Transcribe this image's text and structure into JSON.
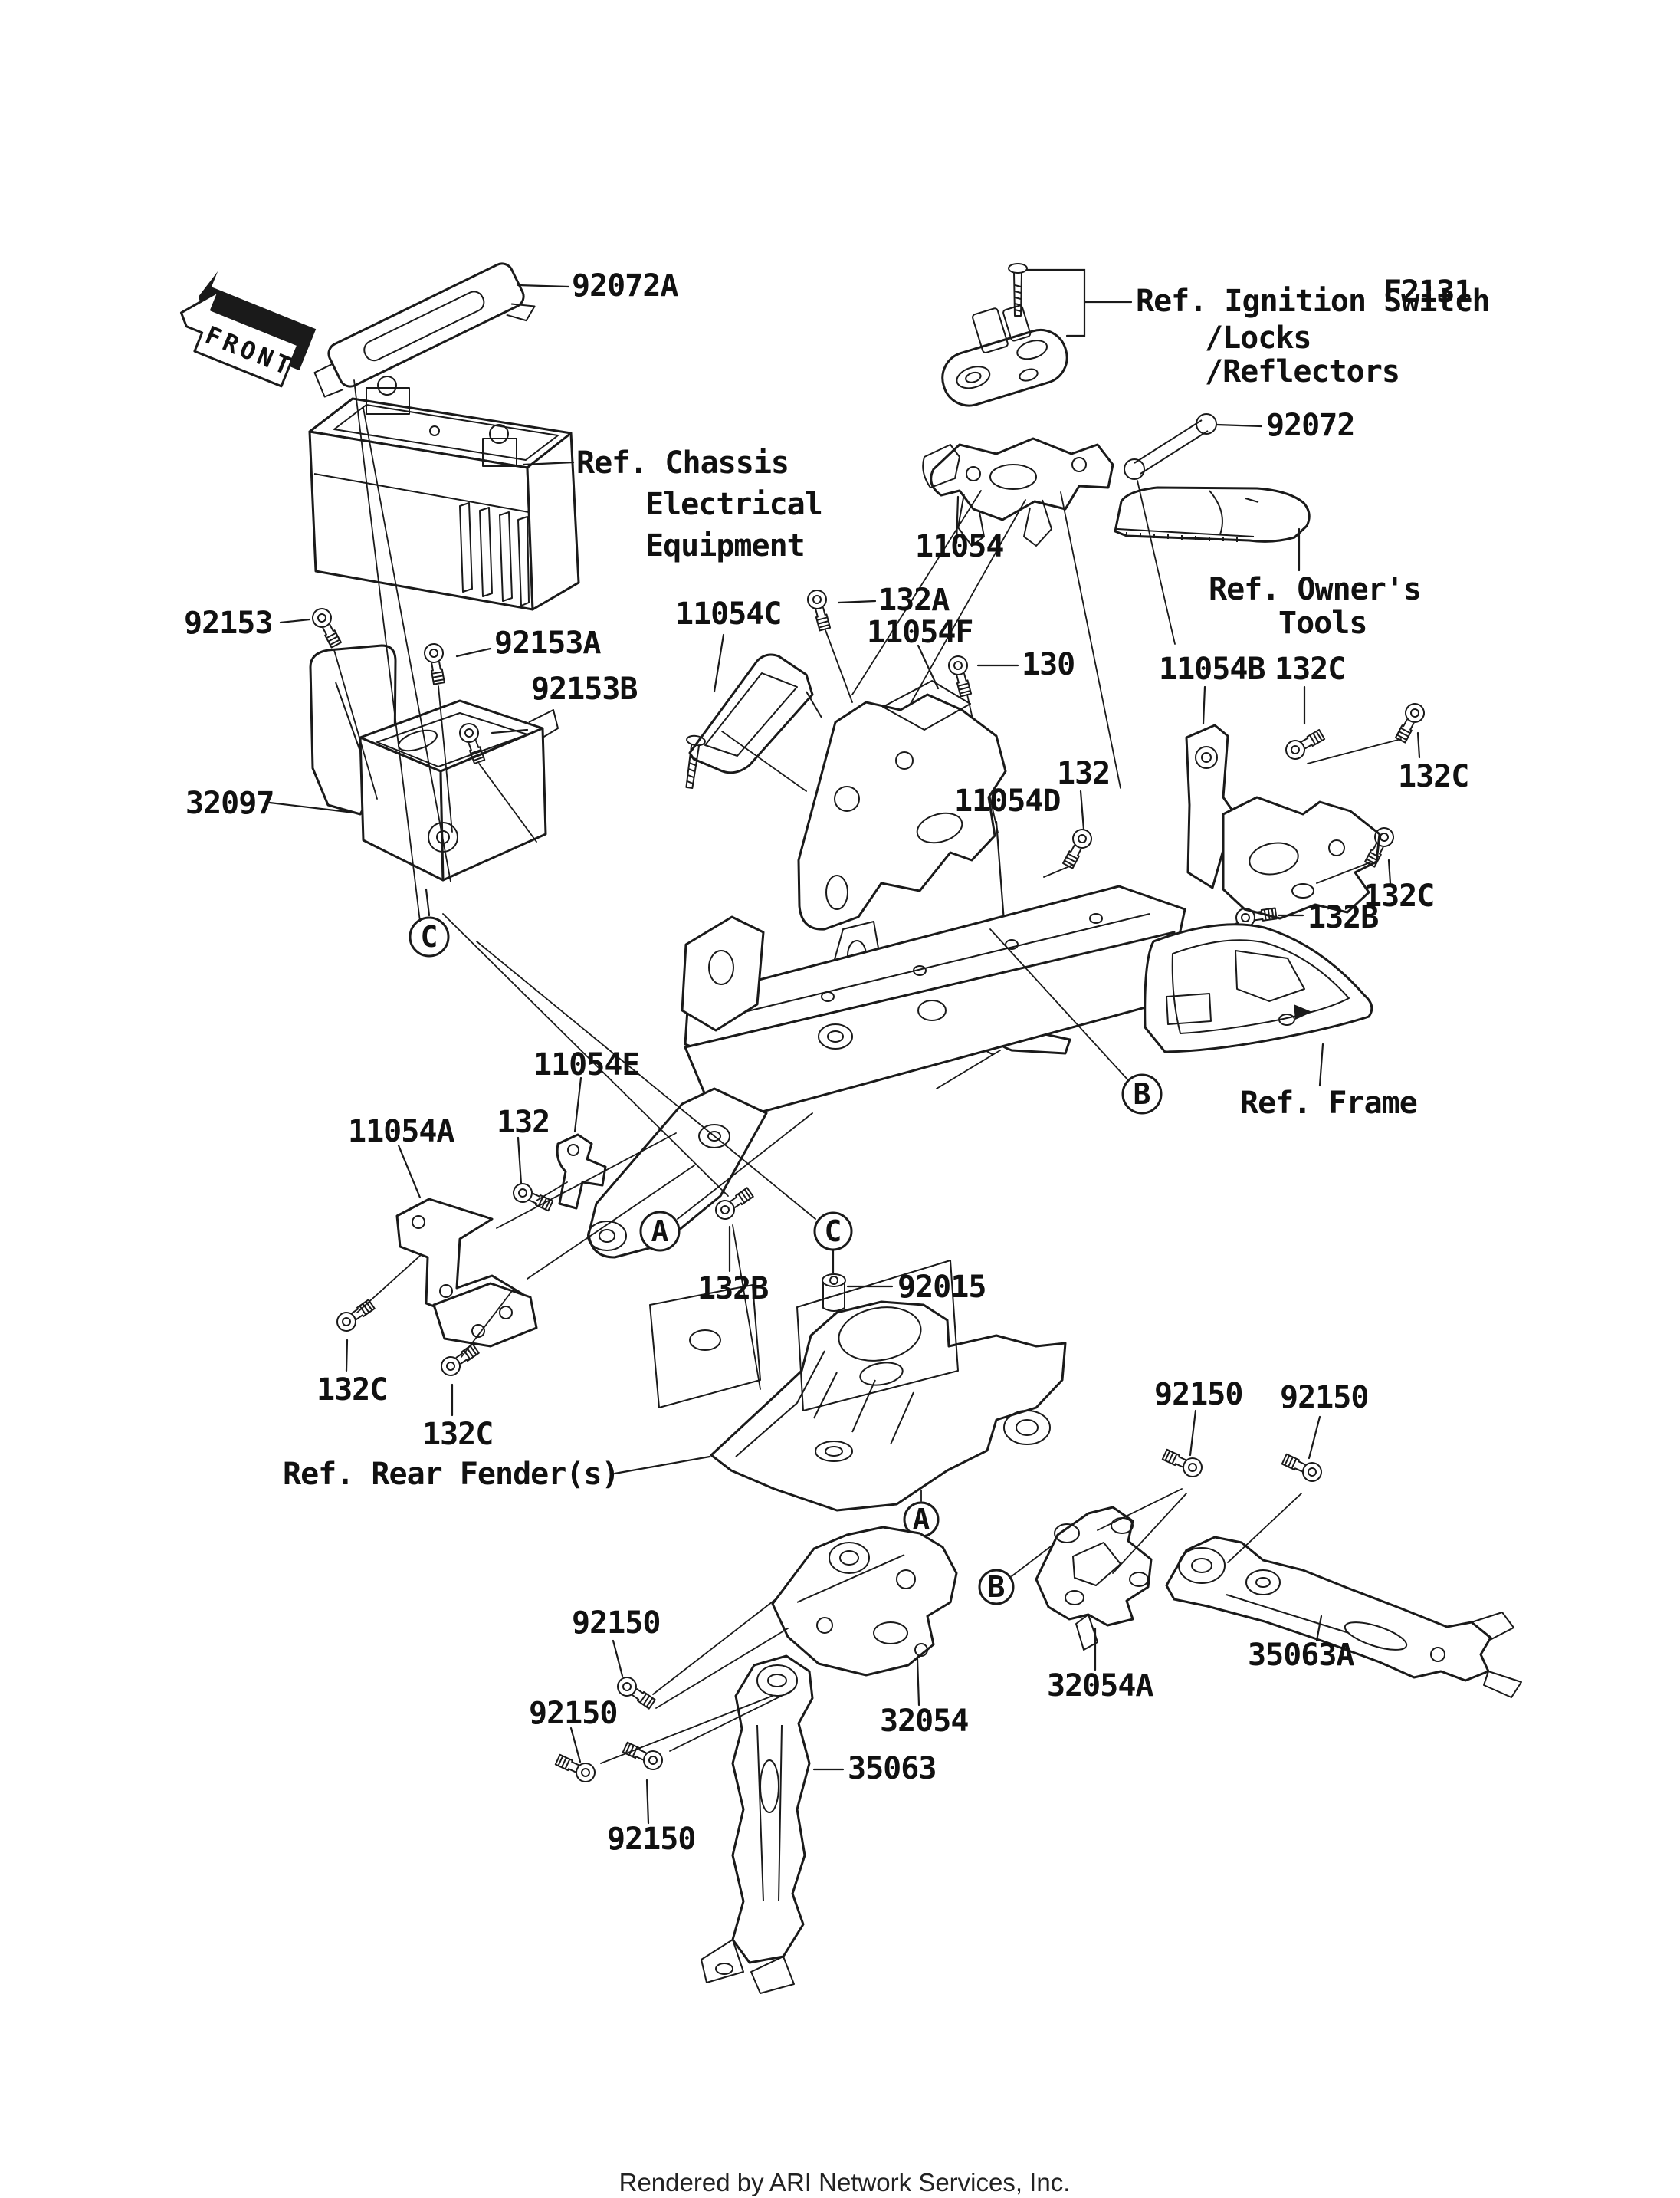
{
  "diagram": {
    "code": "F2131",
    "front_arrow": "FRONT",
    "footer": "Rendered by ARI Network Services, Inc.",
    "background": "#ffffff",
    "line_color": "#1a1a1a"
  },
  "markers": {
    "a": "A",
    "b": "B",
    "c": "C"
  },
  "refs": {
    "ignition_1": "Ref. Ignition Switch",
    "ignition_2": "/Locks",
    "ignition_3": "/Reflectors",
    "chassis_1": "Ref. Chassis",
    "chassis_2": "Electrical",
    "chassis_3": "Equipment",
    "owners_1": "Ref. Owner's",
    "owners_2": "Tools",
    "frame": "Ref. Frame",
    "rear_fender": "Ref. Rear Fender(s)"
  },
  "labels": {
    "92072a": "92072A",
    "92072": "92072",
    "11054": "11054",
    "11054a": "11054A",
    "11054b": "11054B",
    "11054c": "11054C",
    "11054d": "11054D",
    "11054e": "11054E",
    "11054f": "11054F",
    "130": "130",
    "132": "132",
    "132a": "132A",
    "132b": "132B",
    "132c": "132C",
    "92153": "92153",
    "92153a": "92153A",
    "92153b": "92153B",
    "32097": "32097",
    "92015": "92015",
    "92150": "92150",
    "32054": "32054",
    "32054a": "32054A",
    "35063": "35063",
    "35063a": "35063A"
  }
}
